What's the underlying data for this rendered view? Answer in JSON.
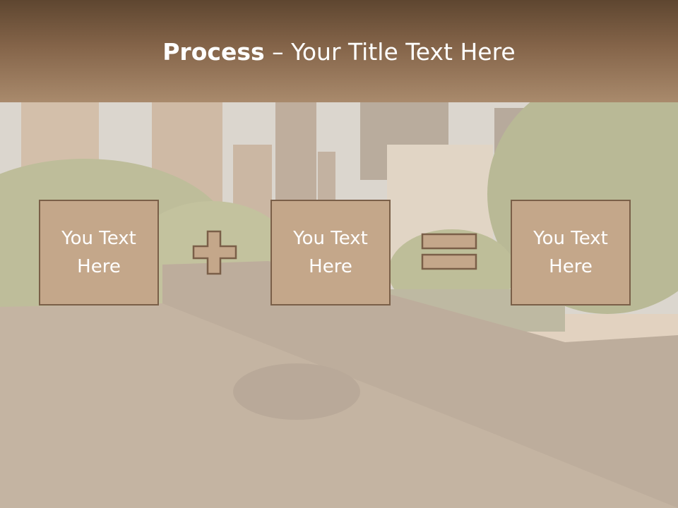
{
  "slide": {
    "title_bold": "Process",
    "title_rest": " – Your Title Text Here"
  },
  "equation": {
    "box1": "You Text Here",
    "operator1": "plus-icon",
    "box2": "You Text Here",
    "operator2": "equals-icon",
    "box3": "You Text Here"
  },
  "colors": {
    "title_band_top": "#5e4630",
    "title_band_bottom": "#a98a6c",
    "box_fill": "#c4a78a",
    "box_border": "#7a5f48",
    "text": "#ffffff"
  }
}
